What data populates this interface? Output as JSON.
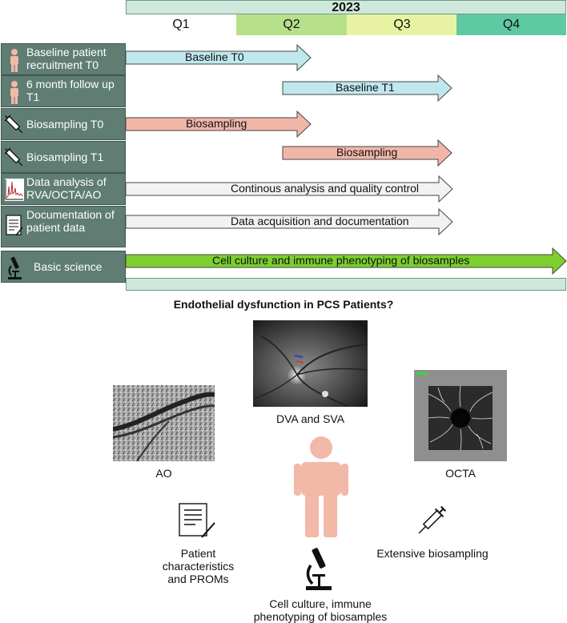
{
  "timeline": {
    "year": "2023",
    "quarters": [
      {
        "label": "Q1",
        "color": "#ffffff"
      },
      {
        "label": "Q2",
        "color": "#b7e08a"
      },
      {
        "label": "Q3",
        "color": "#e7f3a3"
      },
      {
        "label": "Q4",
        "color": "#5fc9a3"
      }
    ]
  },
  "rows": [
    {
      "label": "Baseline patient recruitment T0",
      "icon": "person-icon",
      "arrow_label": "Baseline T0",
      "arrow_color": "#bfe8ee"
    },
    {
      "label": "6 month follow up T1",
      "icon": "person-icon",
      "arrow_label": "Baseline T1",
      "arrow_color": "#bfe8ee"
    },
    {
      "label": "Biosampling T0",
      "icon": "syringe-icon",
      "arrow_label": "Biosampling",
      "arrow_color": "#f1b6a8"
    },
    {
      "label": "Biosampling T1",
      "icon": "syringe-icon",
      "arrow_label": "Biosampling",
      "arrow_color": "#f1b6a8"
    },
    {
      "label": "Data analysis of RVA/OCTA/AO",
      "icon": "graph-icon",
      "arrow_label": "Continous analysis and quality control",
      "arrow_color": "#f2f2f2"
    },
    {
      "label": "Documentation of patient data",
      "icon": "document-icon",
      "arrow_label": "Data acquisition and documentation",
      "arrow_color": "#f2f2f2"
    },
    {
      "label": "Basic science",
      "icon": "microscope-icon",
      "arrow_label": "Cell culture and immune phenotyping of biosamples",
      "arrow_color": "#7ccf2f"
    }
  ],
  "heading": "Endothelial dysfunction in PCS Patients?",
  "captions": {
    "dva": "DVA and SVA",
    "ao": "AO",
    "octa": "OCTA",
    "proms": "Patient characteristics and PROMs",
    "biosampling": "Extensive biosampling",
    "cell_culture": "Cell culture, immune phenotyping of biosamples"
  },
  "colors": {
    "row_label_bg": "#5f7d73",
    "person": "#f2b8a8",
    "year_bar": "#cfe8dc"
  }
}
